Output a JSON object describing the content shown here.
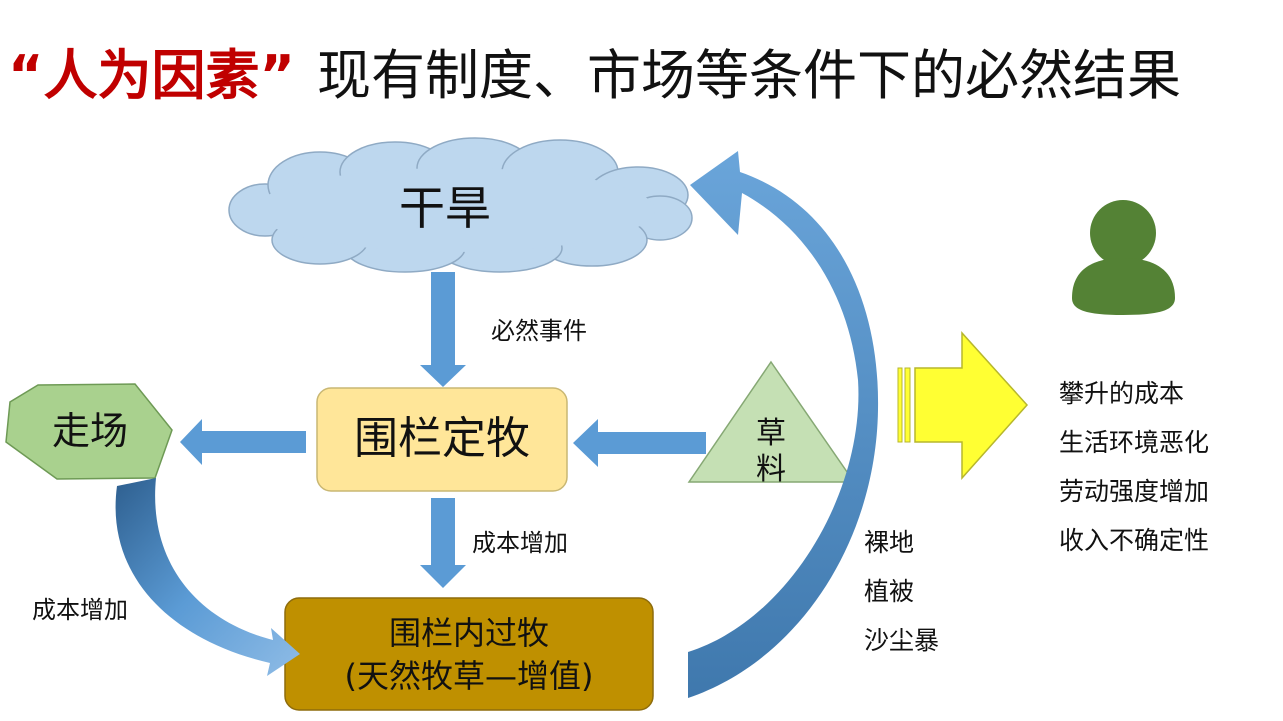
{
  "title": {
    "highlight": "“人为因素”",
    "rest": "现有制度、市场等条件下的必然结果"
  },
  "nodes": {
    "drought": "干旱",
    "fencing": "围栏定牧",
    "walking": "走场",
    "grass_feed_line1": "草",
    "grass_feed_line2": "料",
    "overgrazing_line1": "围栏内过牧",
    "overgrazing_line2": "(天然牧草—增值)"
  },
  "labels": {
    "inevitable_event": "必然事件",
    "cost_increase_center": "成本增加",
    "cost_increase_left": "成本增加"
  },
  "effects": [
    "裸地",
    "植被",
    "沙尘暴"
  ],
  "consequences": [
    "攀升的成本",
    "生活环境恶化",
    "劳动强度增加",
    "收入不确定性"
  ],
  "colors": {
    "title_highlight": "#c00000",
    "cloud_fill": "#bdd7ee",
    "arrow_blue": "#5b9bd5",
    "fencing_fill": "#ffe699",
    "walking_fill": "#a9d18e",
    "triangle_fill": "#c5e0b4",
    "overgrazing_fill": "#bf9000",
    "person_green": "#548235",
    "yellow_arrow": "#ffff33"
  },
  "icons": [
    "person-icon"
  ]
}
